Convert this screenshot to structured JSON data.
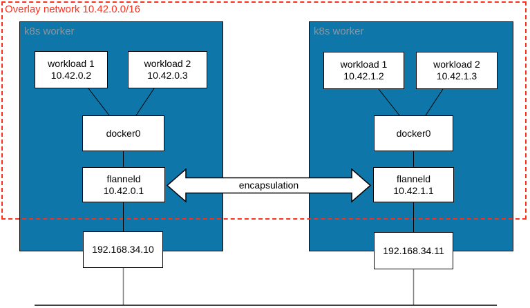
{
  "title": "Overlay network 10.42.0.0/16",
  "arrow": {
    "label": "encapsulation"
  },
  "colors": {
    "overlay_red": "#ff2e1a",
    "worker_blue": "#0e76a9",
    "worker_label_gray": "#8c959c",
    "connector_gray": "#808080",
    "node_border": "#000000"
  },
  "workers": [
    {
      "label": "k8s worker",
      "nodes": {
        "workload1": {
          "name": "workload 1",
          "ip": "10.42.0.2"
        },
        "workload2": {
          "name": "workload 2",
          "ip": "10.42.0.3"
        },
        "docker0": {
          "name": "docker0"
        },
        "flanneld": {
          "name": "flanneld",
          "ip": "10.42.0.1"
        },
        "host": {
          "ip": "192.168.34.10"
        }
      }
    },
    {
      "label": "k8s worker",
      "nodes": {
        "workload1": {
          "name": "workload 1",
          "ip": "10.42.1.2"
        },
        "workload2": {
          "name": "workload 2",
          "ip": "10.42.1.3"
        },
        "docker0": {
          "name": "docker0"
        },
        "flanneld": {
          "name": "flanneld",
          "ip": "10.42.1.1"
        },
        "host": {
          "ip": "192.168.34.11"
        }
      }
    }
  ]
}
